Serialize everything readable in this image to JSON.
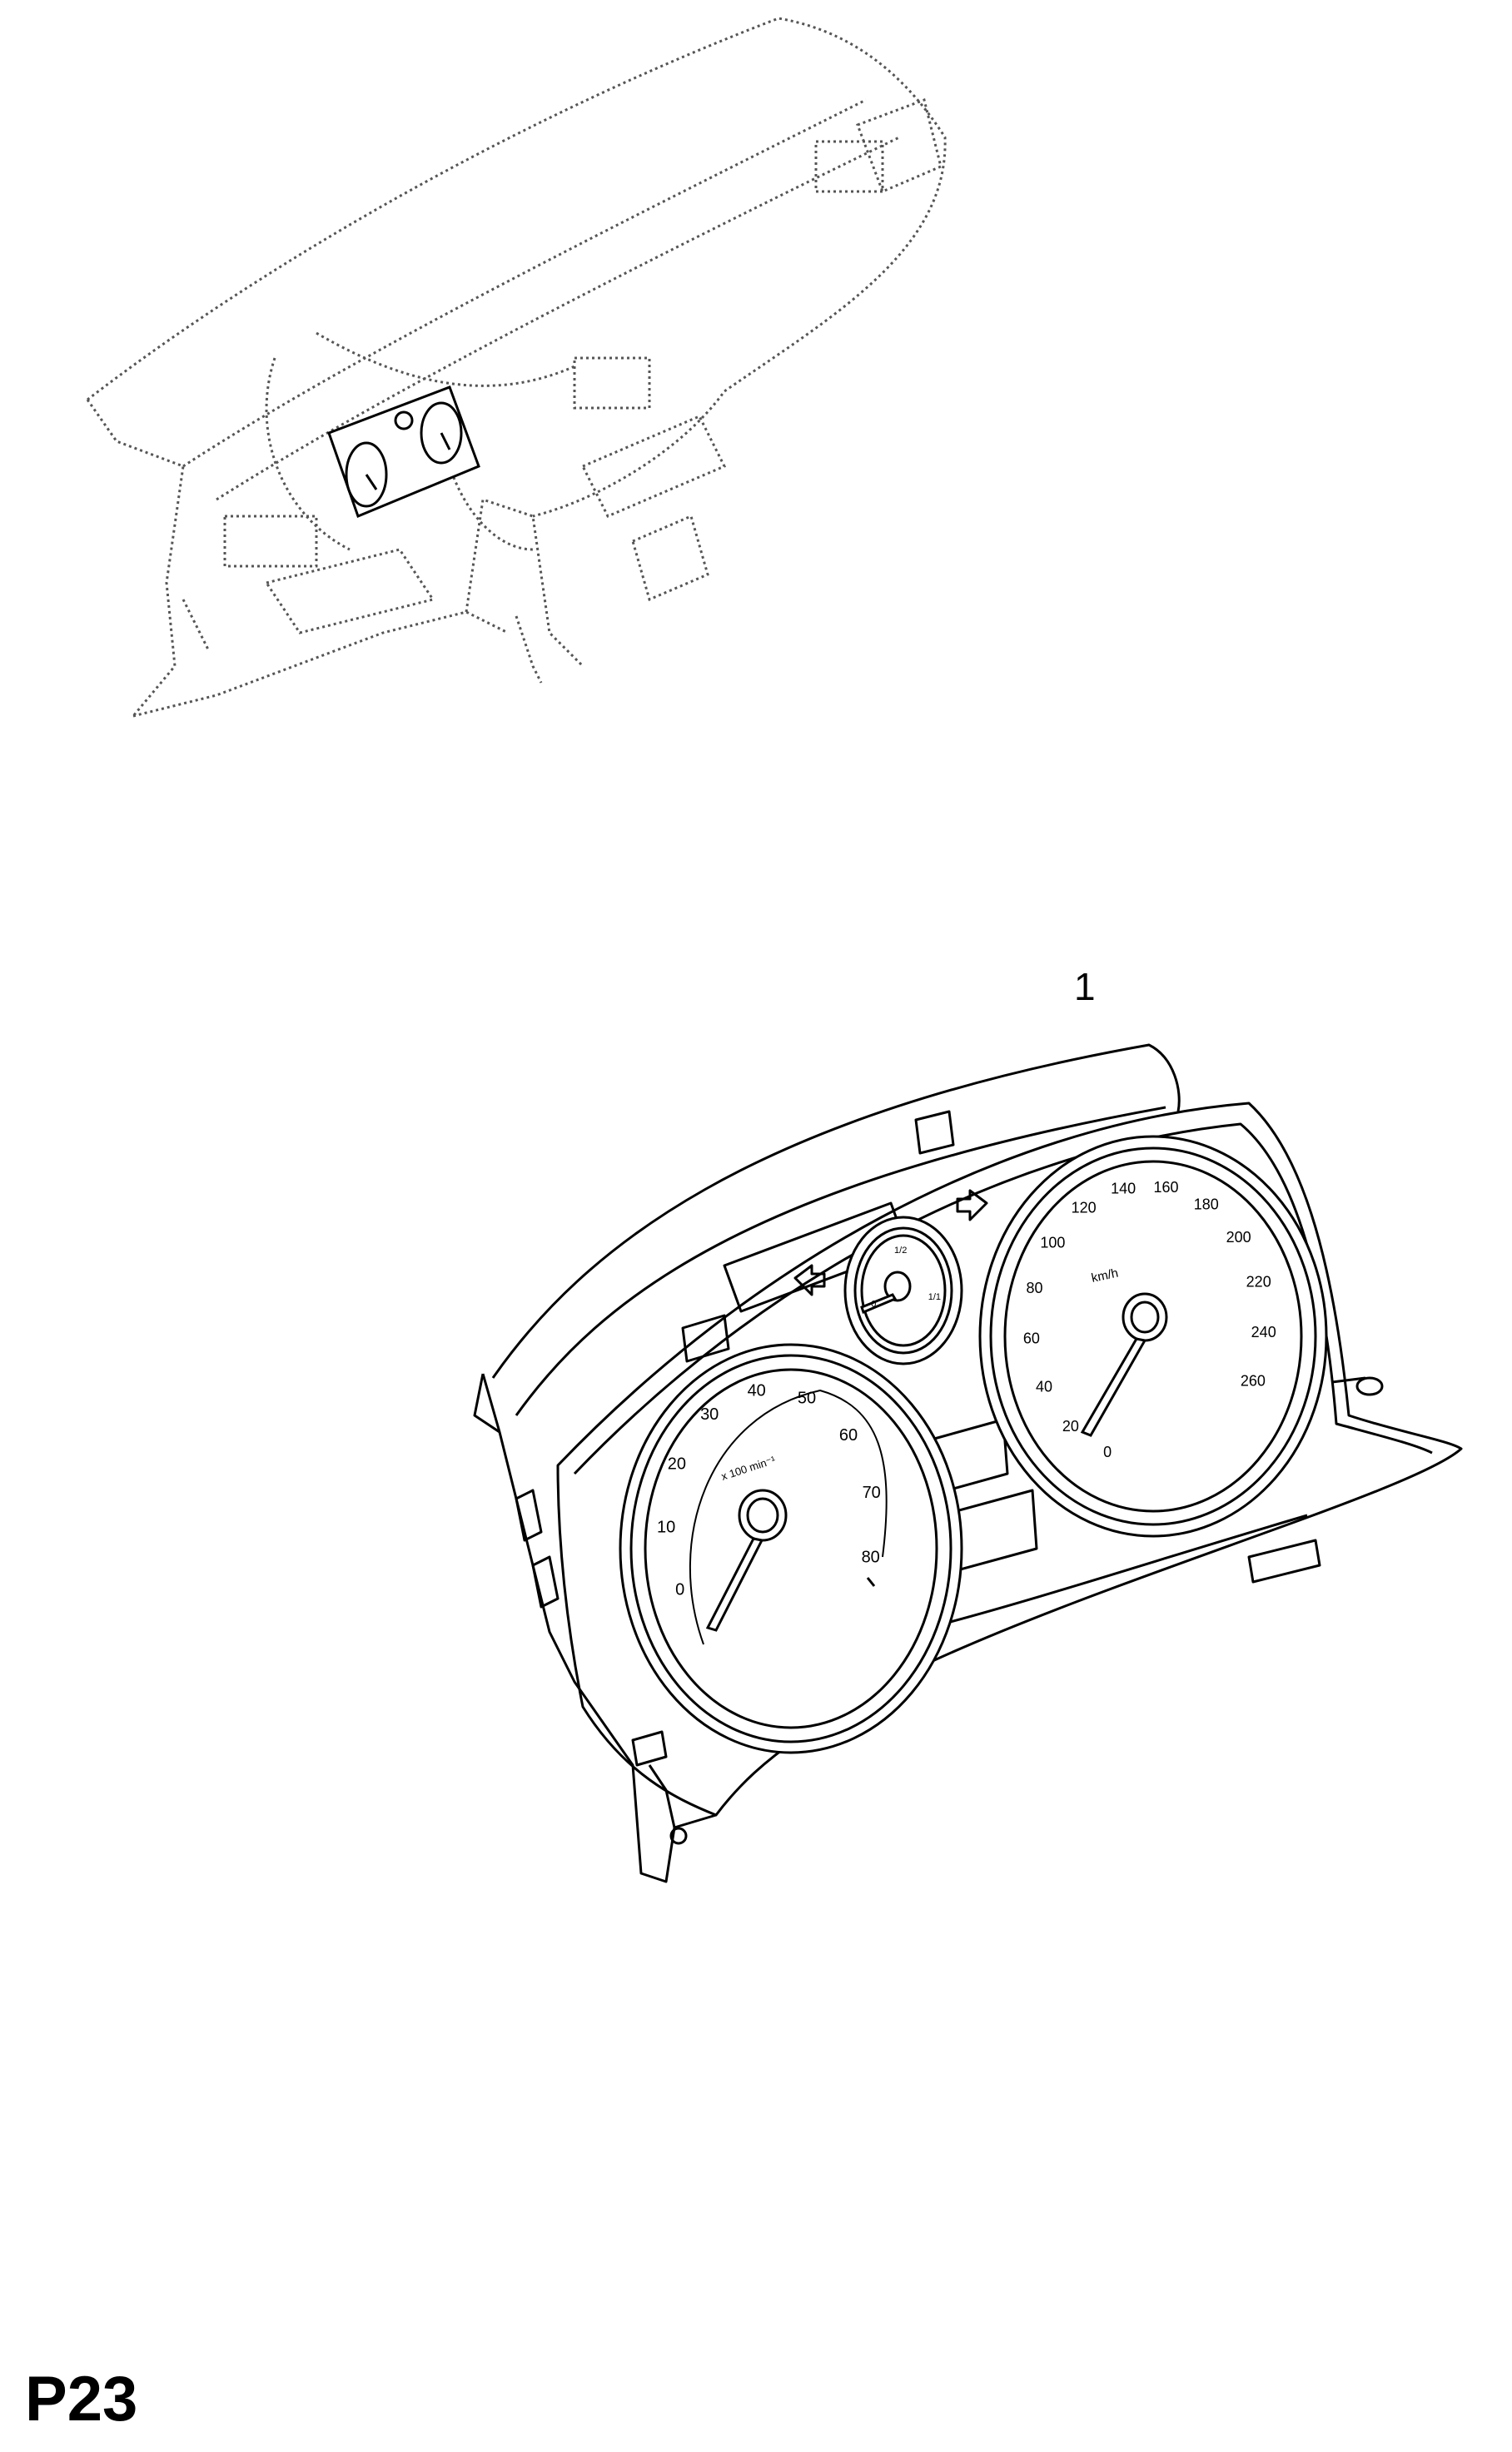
{
  "diagram": {
    "callouts": [
      {
        "number": "1"
      }
    ],
    "page_code": "P23",
    "tachometer": {
      "ticks": [
        "0",
        "10",
        "20",
        "30",
        "40",
        "50",
        "60",
        "70",
        "80"
      ],
      "unit": "x 100 min⁻¹"
    },
    "speedometer": {
      "ticks": [
        "0",
        "20",
        "40",
        "60",
        "80",
        "100",
        "120",
        "140",
        "160",
        "180",
        "200",
        "220",
        "240",
        "260"
      ],
      "unit": "km/h"
    },
    "fuel_gauge": {
      "marks": [
        "0",
        "1/2",
        "1/1"
      ]
    }
  }
}
